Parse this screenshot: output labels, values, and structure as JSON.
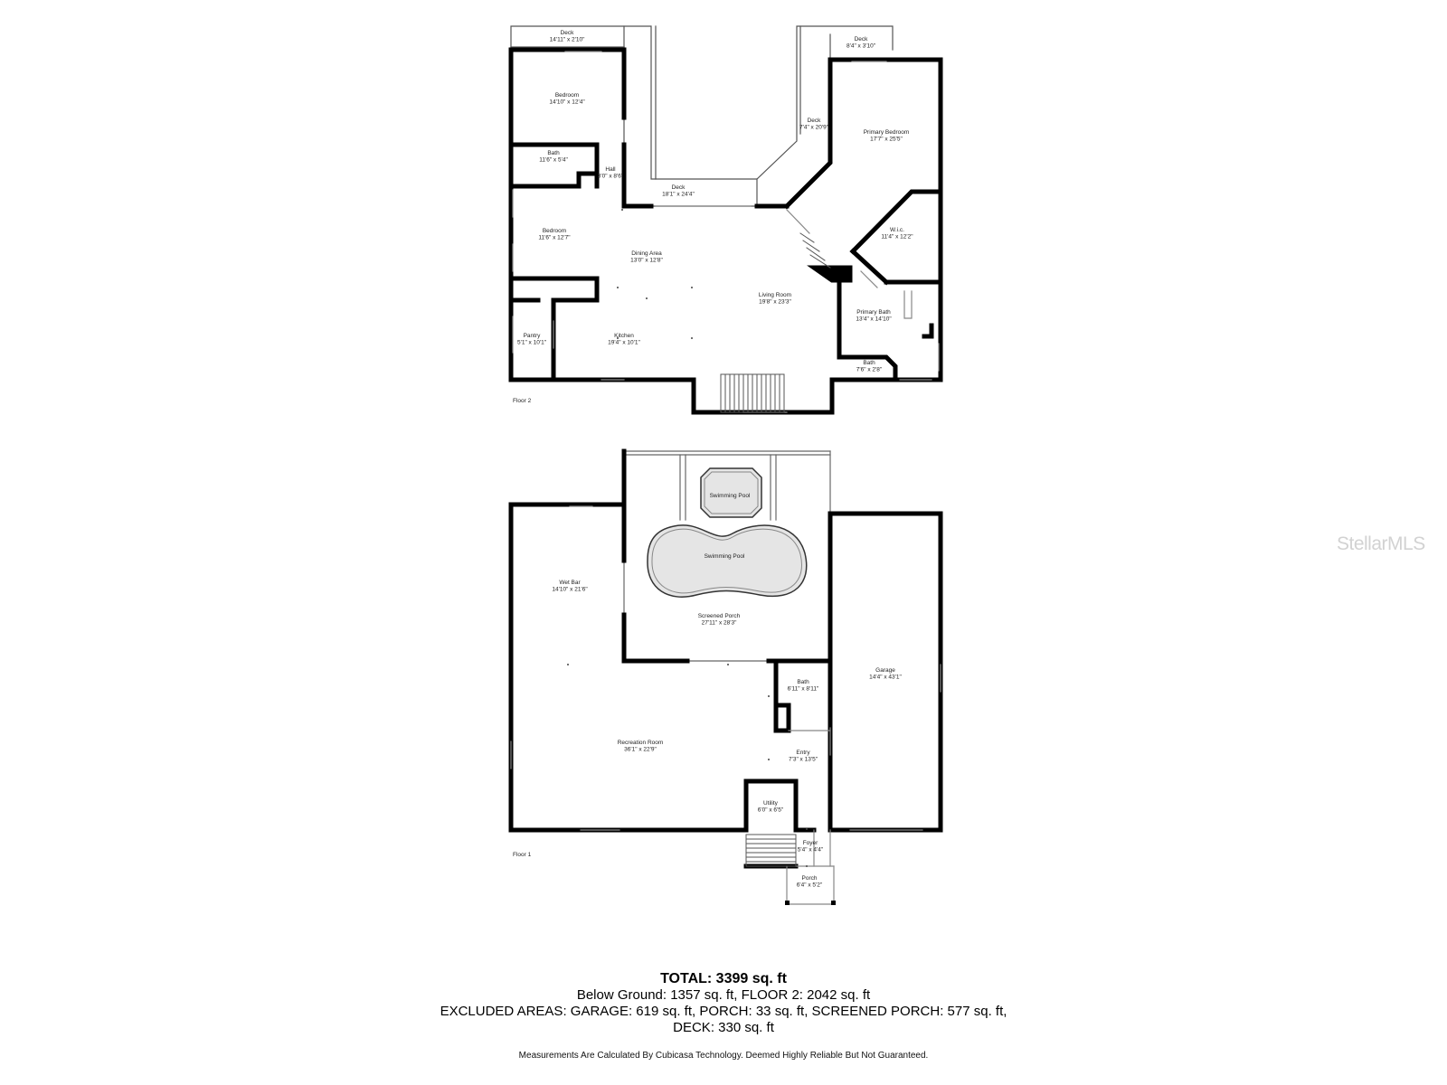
{
  "floor2": {
    "label": "Floor 2",
    "rooms": [
      {
        "name": "Deck",
        "dims": "14'11\" x 2'10\""
      },
      {
        "name": "Deck",
        "dims": "8'4\" x 3'10\""
      },
      {
        "name": "Bedroom",
        "dims": "14'10\" x 12'4\""
      },
      {
        "name": "Deck",
        "dims": "7'4\" x 20'9\""
      },
      {
        "name": "Primary Bedroom",
        "dims": "17'7\" x 25'5\""
      },
      {
        "name": "Bath",
        "dims": "11'6\" x 5'4\""
      },
      {
        "name": "Hall",
        "dims": "3'0\" x 8'6\""
      },
      {
        "name": "Deck",
        "dims": "18'1\" x 24'4\""
      },
      {
        "name": "Bedroom",
        "dims": "11'6\" x 12'7\""
      },
      {
        "name": "W.i.c.",
        "dims": "11'4\" x 12'2\""
      },
      {
        "name": "Dining Area",
        "dims": "13'0\" x 12'8\""
      },
      {
        "name": "Living Room",
        "dims": "19'8\" x 23'3\""
      },
      {
        "name": "Primary Bath",
        "dims": "13'4\" x 14'10\""
      },
      {
        "name": "Pantry",
        "dims": "5'1\" x 10'1\""
      },
      {
        "name": "Kitchen",
        "dims": "19'4\" x 10'1\""
      },
      {
        "name": "Bath",
        "dims": "7'6\" x 2'8\""
      }
    ]
  },
  "floor1": {
    "label": "Floor 1",
    "pools": [
      "Swimming Pool",
      "Swimming Pool"
    ],
    "rooms": [
      {
        "name": "Wet Bar",
        "dims": "14'10\" x 21'6\""
      },
      {
        "name": "Screened Porch",
        "dims": "27'11\" x 28'3\""
      },
      {
        "name": "Garage",
        "dims": "14'4\" x 43'1\""
      },
      {
        "name": "Bath",
        "dims": "6'11\" x 8'11\""
      },
      {
        "name": "Recreation Room",
        "dims": "36'1\" x 22'9\""
      },
      {
        "name": "Entry",
        "dims": "7'3\" x 13'5\""
      },
      {
        "name": "Utility",
        "dims": "6'0\" x 6'5\""
      },
      {
        "name": "Foyer",
        "dims": "5'4\" x 4'4\""
      },
      {
        "name": "Porch",
        "dims": "6'4\" x 5'2\""
      }
    ]
  },
  "watermark": "StellarMLS",
  "summary": {
    "total": "TOTAL: 3399 sq. ft",
    "line1": "Below Ground: 1357 sq. ft, FLOOR 2: 2042 sq. ft",
    "line2": "EXCLUDED AREAS: GARAGE: 619 sq. ft, PORCH: 33 sq. ft, SCREENED PORCH: 577 sq. ft,",
    "line3": "DECK: 330 sq. ft"
  },
  "disclaimer": "Measurements Are Calculated By Cubicasa Technology. Deemed Highly Reliable But Not Guaranteed."
}
